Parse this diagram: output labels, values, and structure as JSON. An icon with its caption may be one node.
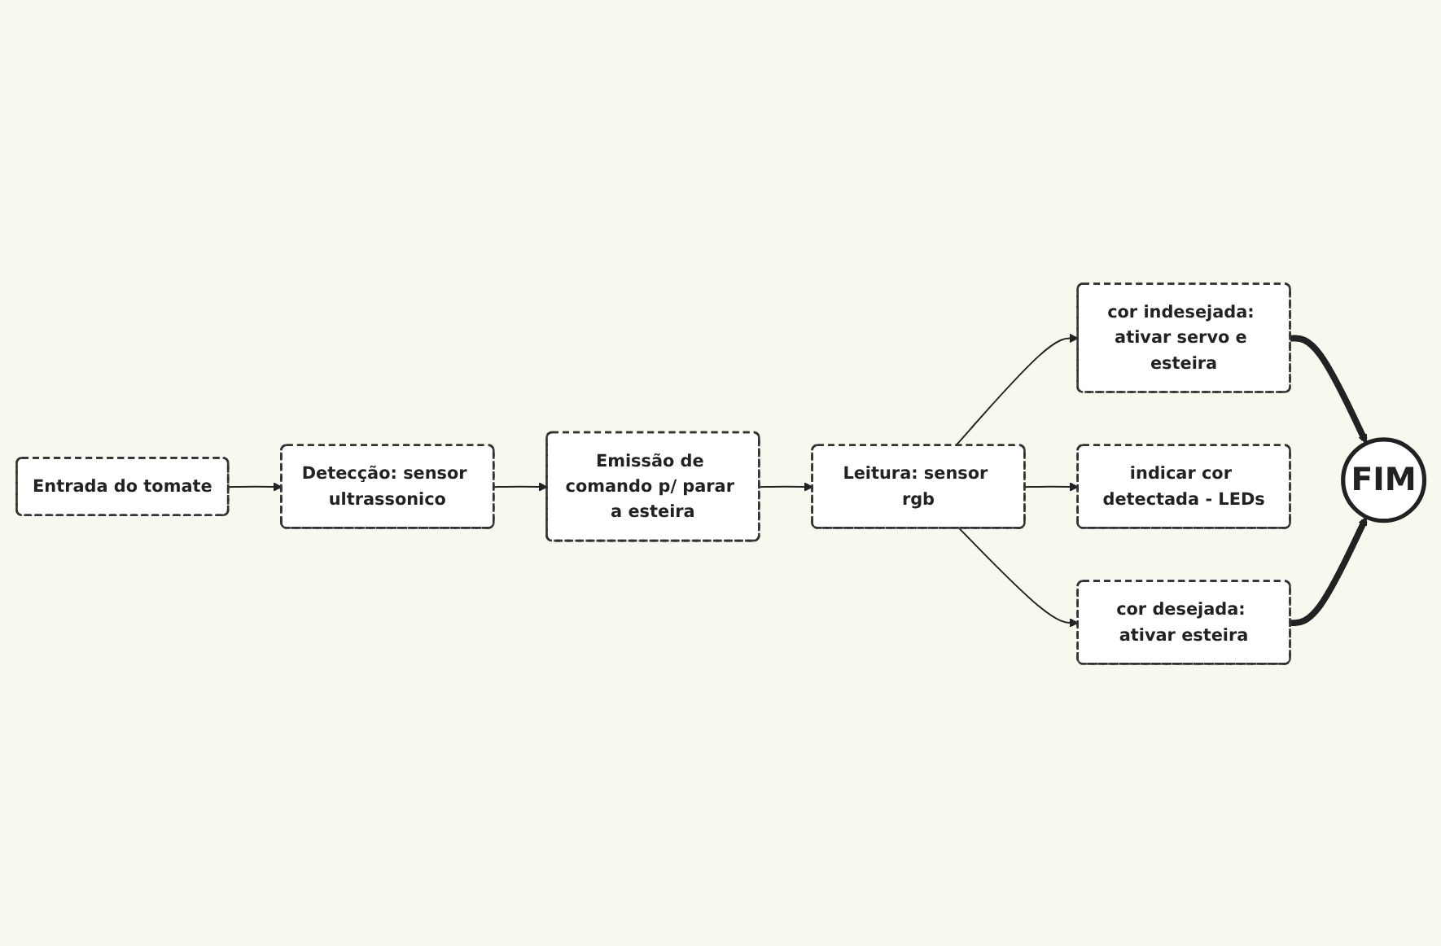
{
  "diagram": {
    "nodes": [
      {
        "text": [
          "Entrada do tomate"
        ]
      },
      {
        "text": [
          "Detecção: sensor ultrassonico"
        ]
      },
      {
        "text": [
          "Emissão de comando p/ parar a esteira"
        ]
      },
      {
        "text": [
          "Leitura: sensor rgb"
        ]
      },
      {
        "text": [
          "cor indesejada: ativar servo e esteira"
        ]
      },
      {
        "text": [
          "indicar cor detectada - LEDs"
        ]
      },
      {
        "text": [
          "cor desejada: ativar esteira"
        ]
      },
      {
        "text": [
          "FIM"
        ]
      }
    ],
    "edges": [
      {
        "from": 0,
        "to": 1,
        "arrow": "to"
      },
      {
        "from": 1,
        "to": 2,
        "arrow": "to"
      },
      {
        "from": 2,
        "to": 3,
        "arrow": "to"
      },
      {
        "from": 3,
        "to": 4,
        "arrow": "to"
      },
      {
        "from": 3,
        "to": 5,
        "arrow": "to"
      },
      {
        "from": 3,
        "to": 6,
        "arrow": "to"
      },
      {
        "from": 4,
        "to": 7,
        "arrow": "to",
        "style": "thick"
      },
      {
        "from": 6,
        "to": 7,
        "arrow": "to",
        "style": "thick"
      }
    ]
  }
}
